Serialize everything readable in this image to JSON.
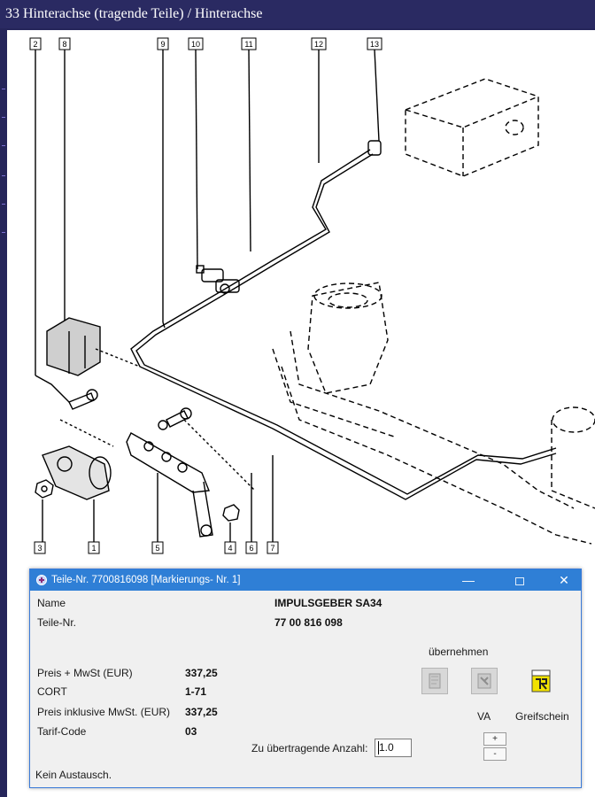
{
  "header": {
    "title": "33 Hinterachse (tragende Teile) / Hinterachse"
  },
  "diagram": {
    "callouts_top": [
      "2",
      "8",
      "9",
      "10",
      "11",
      "12",
      "13"
    ],
    "callouts_bottom": [
      "3",
      "1",
      "5",
      "4",
      "6",
      "7"
    ]
  },
  "dialog": {
    "title": "Teile-Nr. 7700816098 [Markierungs- Nr. 1]",
    "name_label": "Name",
    "name_value": "IMPULSGEBER  SA34",
    "part_label": "Teile-Nr.",
    "part_value": "77 00 816 098",
    "price_label": "Preis + MwSt (EUR)",
    "price_value": "337,25",
    "cort_label": "CORT",
    "cort_value": "1-71",
    "price_incl_label": "Preis inklusive MwSt. (EUR)",
    "price_incl_value": "337,25",
    "tarif_label": "Tarif-Code",
    "tarif_value": "03",
    "uebernehmen_label": "übernehmen",
    "va_label": "VA",
    "greifschein_label": "Greifschein",
    "qty_label": "Zu übertragende Anzahl:",
    "qty_value": "1.0",
    "plus_label": "+",
    "minus_label": "-",
    "status_text": "Kein Austausch."
  },
  "colors": {
    "titlebar": "#2f7fd6",
    "page_header": "#2a2a62",
    "dialog_bg": "#f0f0f0"
  },
  "icons": [
    "app-icon",
    "minimize-icon",
    "maximize-icon",
    "close-icon",
    "uebernehmen-icon",
    "va-icon",
    "greifschein-icon"
  ]
}
